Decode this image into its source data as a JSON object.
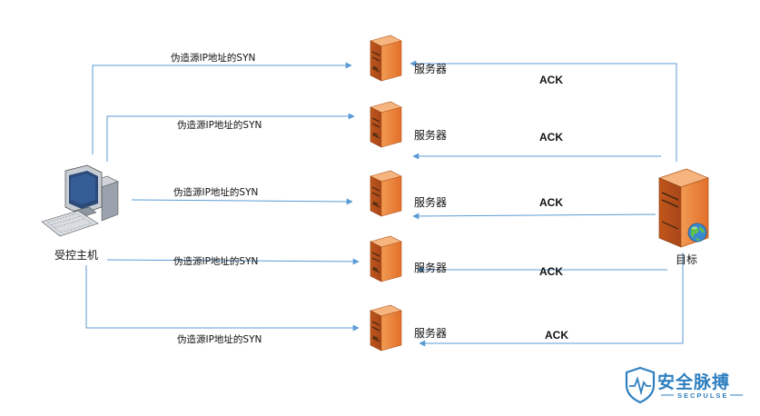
{
  "colors": {
    "arrow": "#5b9bd5",
    "server_orange": "#ea7d32",
    "server_dark": "#c0561a",
    "logo_blue": "#2e7fc0"
  },
  "attacker": {
    "label": "受控主机",
    "icon": "desktop-computer-icon"
  },
  "target": {
    "label": "目标",
    "icon": "server-with-globe-icon"
  },
  "servers": [
    {
      "label": "服务器",
      "icon": "server-tower-icon"
    },
    {
      "label": "服务器",
      "icon": "server-tower-icon"
    },
    {
      "label": "服务器",
      "icon": "server-tower-icon"
    },
    {
      "label": "服务器",
      "icon": "server-tower-icon"
    },
    {
      "label": "服务器",
      "icon": "server-tower-icon"
    }
  ],
  "syn_labels": [
    "伪造源IP地址的SYN",
    "伪造源IP地址的SYN",
    "伪造源IP地址的SYN",
    "伪造源IP地址的SYN",
    "伪造源IP地址的SYN"
  ],
  "ack_labels": [
    "ACK",
    "ACK",
    "ACK",
    "ACK",
    "ACK"
  ],
  "logo": {
    "title": "安全脉搏",
    "subtitle": "SECPULSE",
    "icon": "shield-pulse-icon"
  }
}
